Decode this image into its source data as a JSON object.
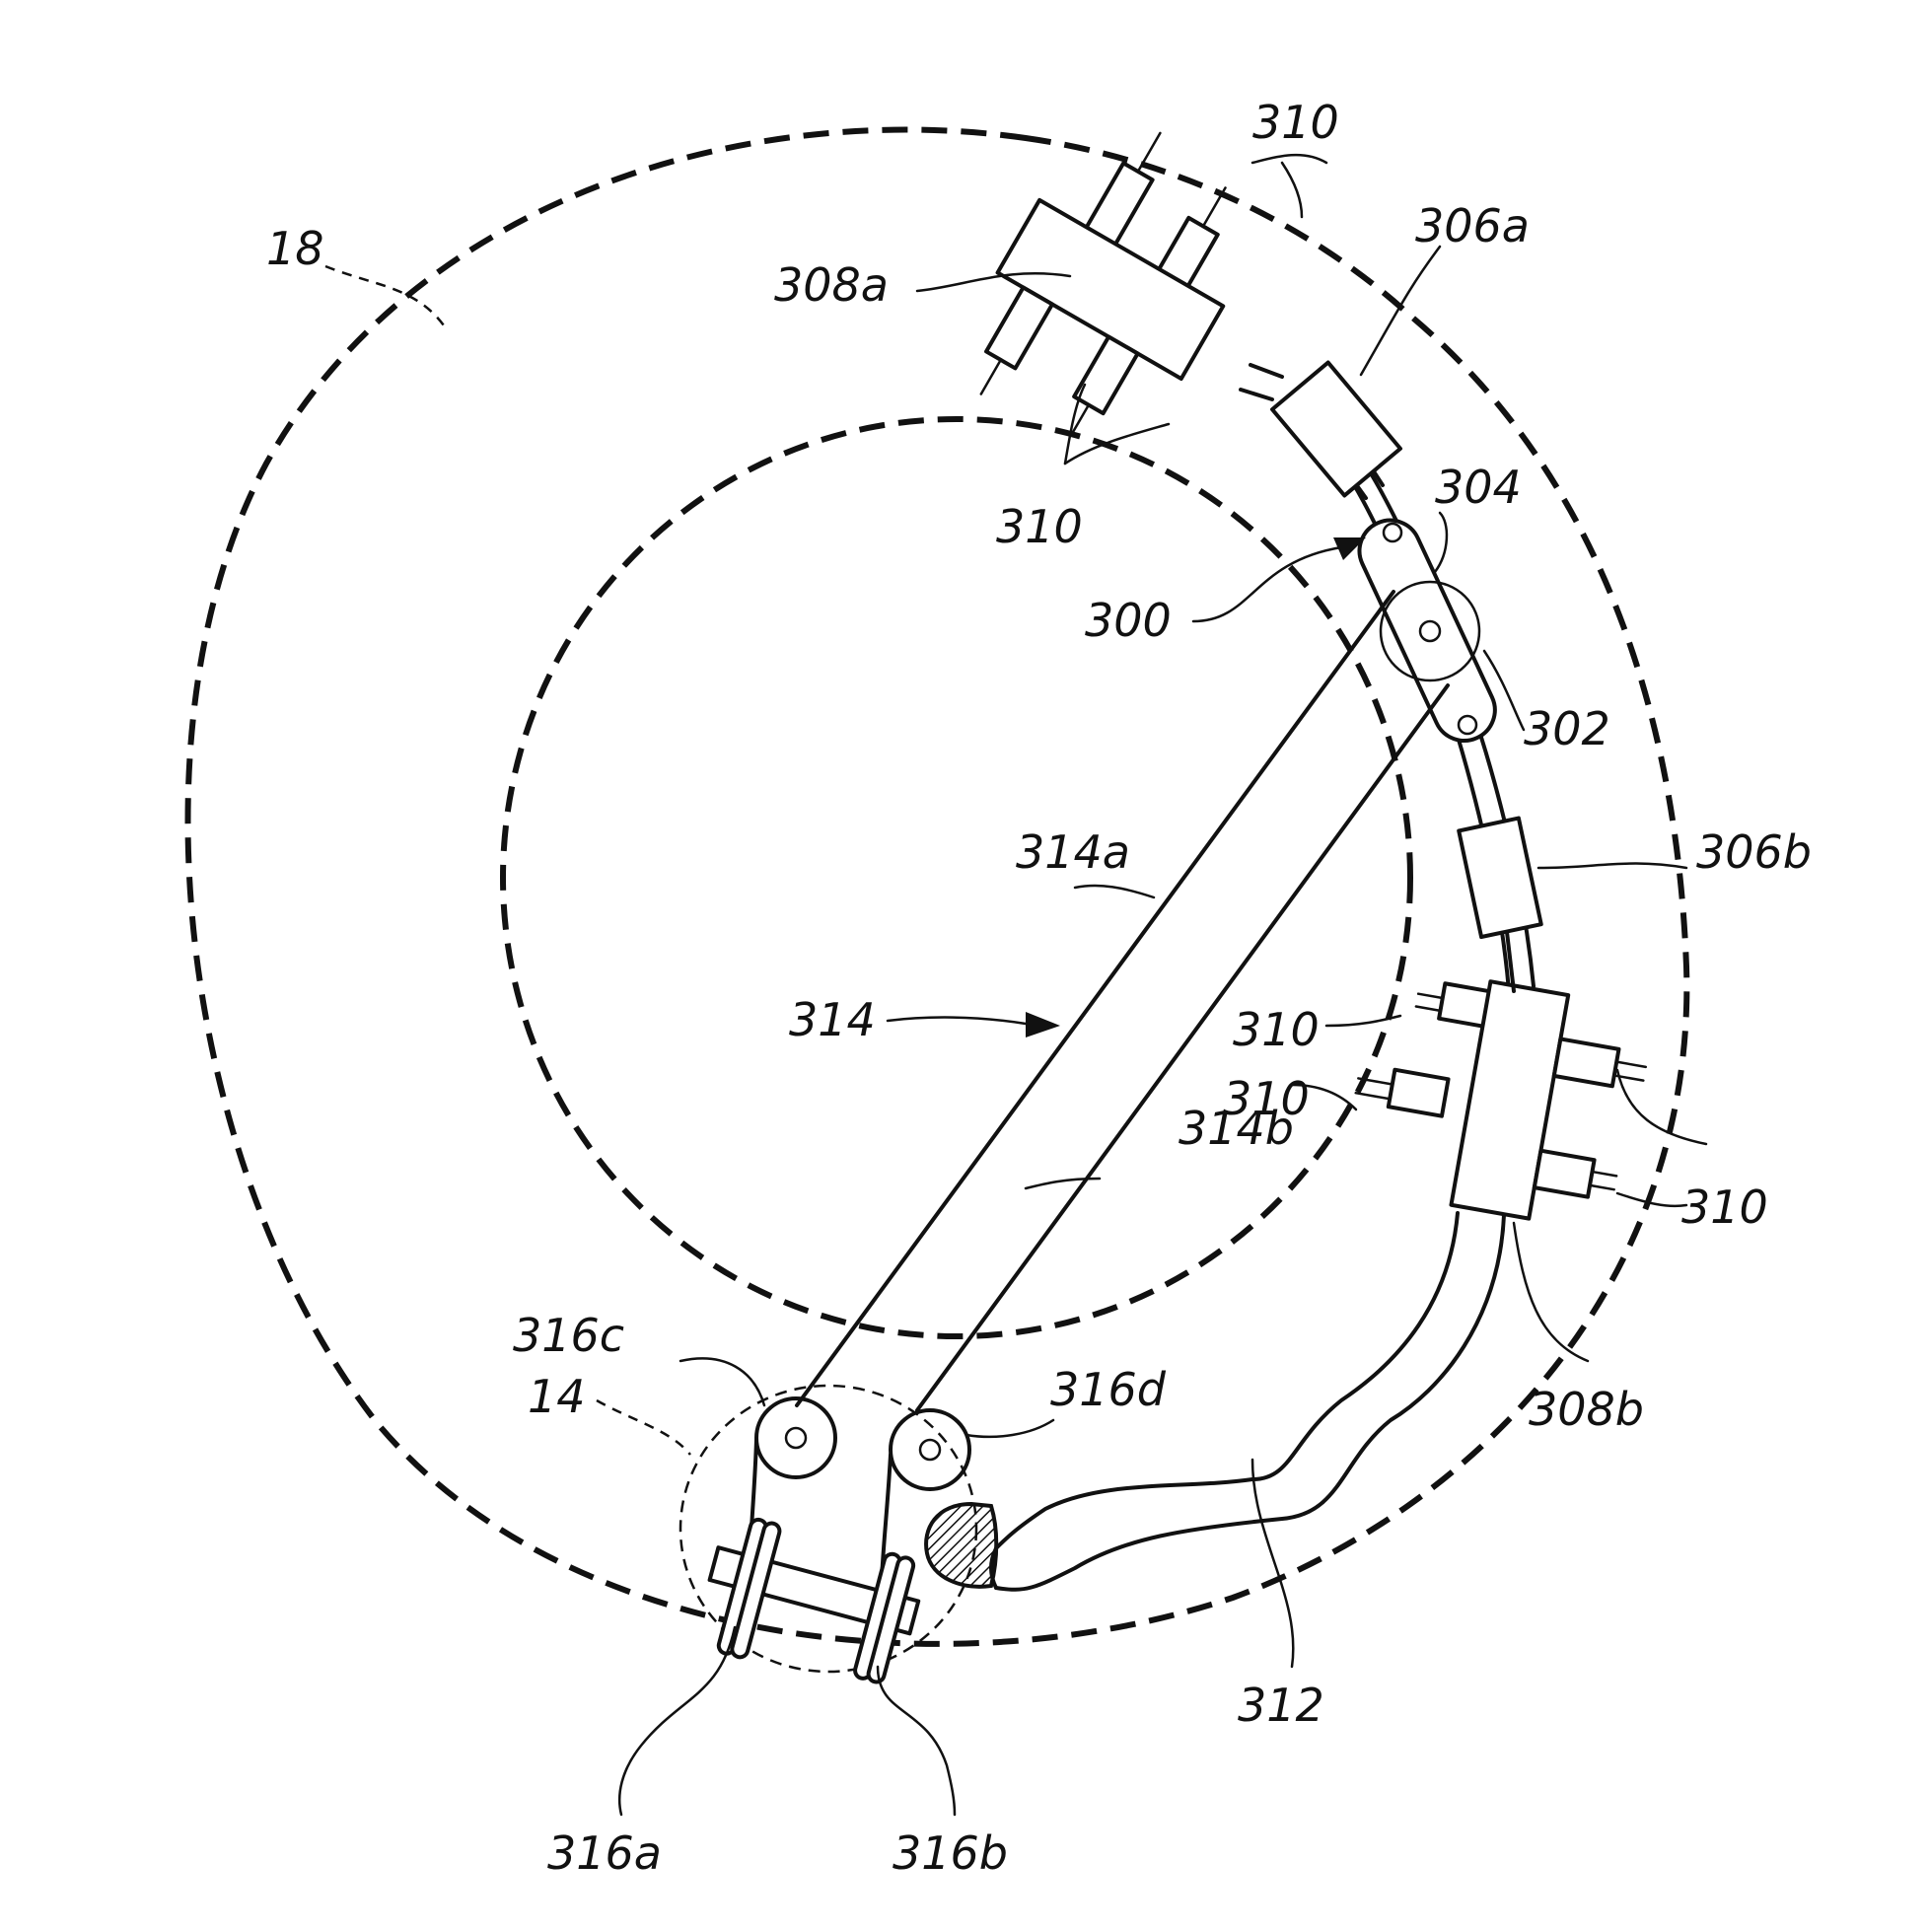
{
  "figure": {
    "labels": {
      "l18": "18",
      "l14": "14",
      "l300": "300",
      "l302": "302",
      "l304": "304",
      "l306a": "306a",
      "l306b": "306b",
      "l308a": "308a",
      "l308b": "308b",
      "l310_top": "310",
      "l310_left": "310",
      "l310_mid1": "310",
      "l310_mid2": "310",
      "l310_right1": "310",
      "l310_right2": "310",
      "l312": "312",
      "l314": "314",
      "l314a": "314a",
      "l314b": "314b",
      "l316a": "316a",
      "l316b": "316b",
      "l316c": "316c",
      "l316d": "316d"
    },
    "colors": {
      "ink": "#111111",
      "paper": "#ffffff"
    }
  }
}
